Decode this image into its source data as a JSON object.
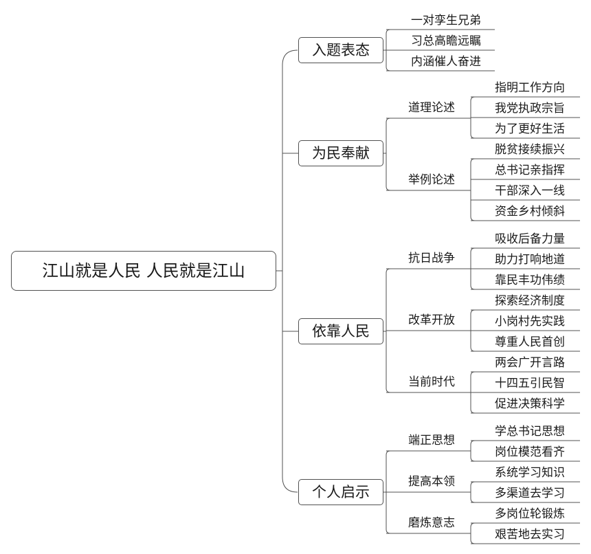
{
  "colors": {
    "line": "#505050",
    "text": "#1a1a1a",
    "background": "#ffffff"
  },
  "root": "江山就是人民  人民就是江山",
  "branches": [
    {
      "label": "入题表态",
      "leaves": [
        "一对孪生兄弟",
        "习总高瞻远瞩",
        "内涵催人奋进"
      ]
    },
    {
      "label": "为民奉献",
      "groups": [
        {
          "label": "道理论述",
          "leaves": [
            "指明工作方向",
            "我党执政宗旨",
            "为了更好生活"
          ]
        },
        {
          "label": "举例论述",
          "leaves": [
            "脱贫接续振兴",
            "总书记亲指挥",
            "干部深入一线",
            "资金乡村倾斜"
          ]
        }
      ]
    },
    {
      "label": "依靠人民",
      "groups": [
        {
          "label": "抗日战争",
          "leaves": [
            "吸收后备力量",
            "助力打响地道",
            "靠民丰功伟绩"
          ]
        },
        {
          "label": "改革开放",
          "leaves": [
            "探索经济制度",
            "小岗村先实践",
            "尊重人民首创"
          ]
        },
        {
          "label": "当前时代",
          "leaves": [
            "两会广开言路",
            "十四五引民智",
            "促进决策科学"
          ]
        }
      ]
    },
    {
      "label": "个人启示",
      "groups": [
        {
          "label": "端正思想",
          "leaves": [
            "学总书记思想",
            "岗位模范看齐"
          ]
        },
        {
          "label": "提高本领",
          "leaves": [
            "系统学习知识",
            "多渠道去学习"
          ]
        },
        {
          "label": "磨炼意志",
          "leaves": [
            "多岗位轮锻炼",
            "艰苦地去实习"
          ]
        }
      ]
    }
  ]
}
